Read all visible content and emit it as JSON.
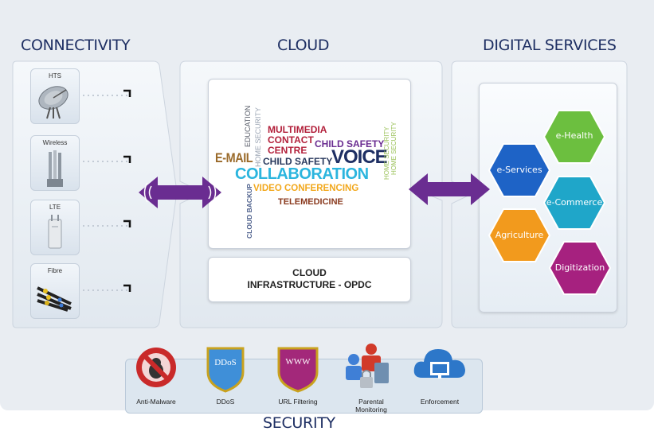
{
  "titles": {
    "connectivity": "CONNECTIVITY",
    "cloud": "CLOUD",
    "digital_services": "DIGITAL SERVICES",
    "security": "SECURITY"
  },
  "connectivity": [
    {
      "label": "HTS",
      "icon": "satellite-dish-icon"
    },
    {
      "label": "Wireless",
      "icon": "antenna-icon"
    },
    {
      "label": "LTE",
      "icon": "lte-device-icon"
    },
    {
      "label": "Fibre",
      "icon": "fibre-cables-icon"
    }
  ],
  "cloud": {
    "word_cloud": {
      "multimedia": "MULTIMEDIA",
      "contact": "CONTACT",
      "centre": "CENTRE",
      "child_safety_1": "CHILD SAFETY",
      "child_safety_2": "CHILD SAFETY",
      "voice": "VOICE",
      "email": "E-MAIL",
      "collaboration": "COLLABORATION",
      "video_conferencing": "VIDEO CONFERENCING",
      "telemedicine": "TELEMEDICINE",
      "education": "EDUCATION",
      "home_security_1": "HOME SECURITY",
      "home_security_2": "HOME SECURITY",
      "home_security_3": "HOME SECURITY",
      "cloud_backup": "CLOUD BACKUP"
    },
    "infrastructure_line1": "CLOUD",
    "infrastructure_line2": "INFRASTRUCTURE - OPDC"
  },
  "digital_services": [
    {
      "label": "e-Health",
      "color": "#6cbf3f"
    },
    {
      "label": "e-Services",
      "color": "#1e63c6"
    },
    {
      "label": "e-Commerce",
      "color": "#1fa6c9"
    },
    {
      "label": "Agriculture",
      "color": "#f29a1d"
    },
    {
      "label": "Digitization",
      "color": "#a6217f"
    }
  ],
  "security": [
    {
      "label": "Anti-Malware",
      "icon": "anti-malware-icon"
    },
    {
      "label": "DDoS",
      "icon": "ddos-shield-icon",
      "badge": "DDoS"
    },
    {
      "label": "URL Filtering",
      "icon": "url-filtering-shield-icon",
      "badge": "WWW"
    },
    {
      "label": "Parental\nMonitoring",
      "icon": "parental-monitoring-icon"
    },
    {
      "label": "Enforcement",
      "icon": "cloud-enforcement-icon"
    }
  ],
  "colors": {
    "arrow": "#6a2d91",
    "title": "#1e2f63"
  }
}
